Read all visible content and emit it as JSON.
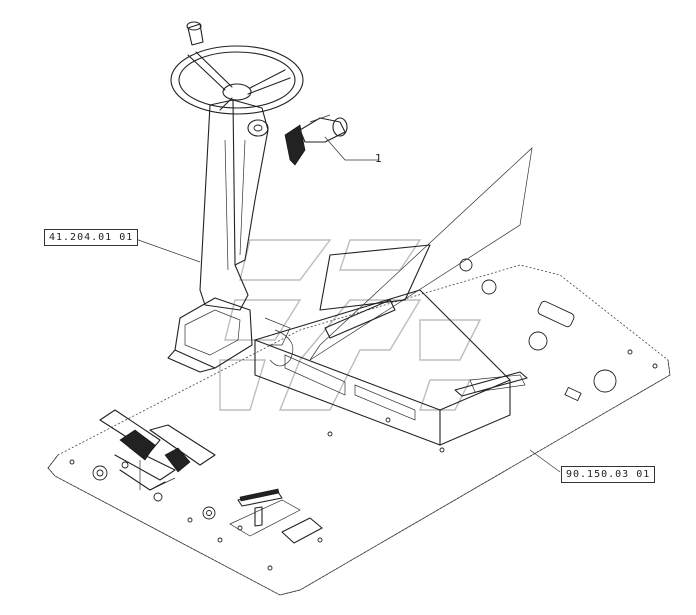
{
  "callouts": {
    "steering_column": "41.204.01 01",
    "floor_plate": "90.150.03 01",
    "lever": "1"
  }
}
